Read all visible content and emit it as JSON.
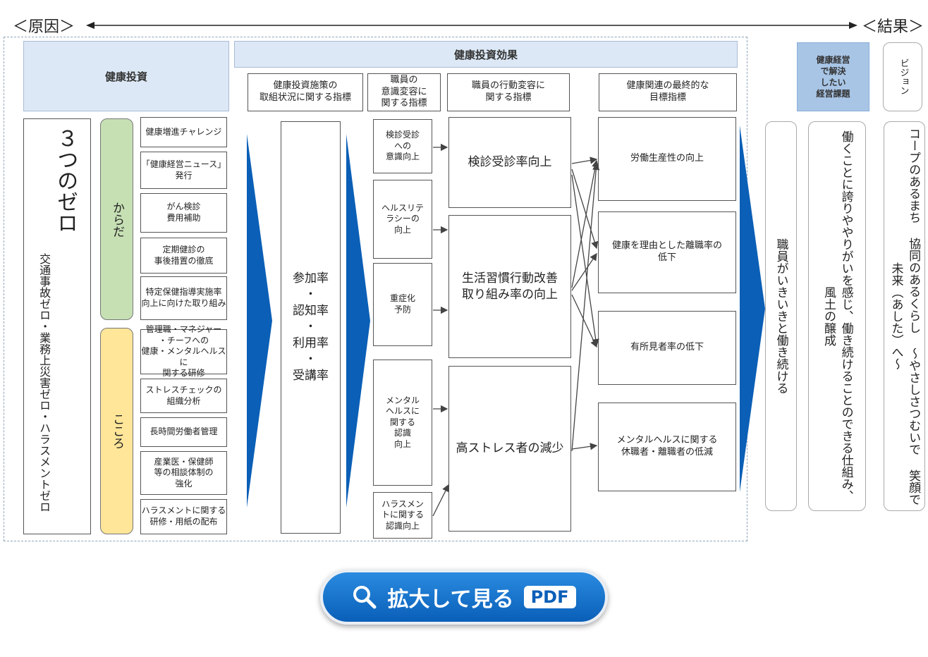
{
  "headings": {
    "cause": "＜原因＞",
    "result": "＜結果＞"
  },
  "headers": {
    "investment": "健康投資",
    "effects": "健康投資効果",
    "issues": "健康経営\nで解決\nしたい\n経営課題",
    "vision": "ビジョン"
  },
  "subheaders": {
    "col1": "健康投資施策の\n取組状況に関する指標",
    "col2": "職員の\n意識変容に\n関する指標",
    "col3": "職員の行動変容に\n関する指標",
    "col4": "健康関連の最終的な\n目標指標"
  },
  "zero": {
    "title": "３つのゼロ",
    "sub": "交通事故ゼロ・業務上災害ゼロ・ハラスメントゼロ"
  },
  "categories": {
    "body": "からだ",
    "mind": "こころ"
  },
  "measures": [
    "健康増進チャレンジ",
    "「健康経営ニュース」\n発行",
    "がん検診\n費用補助",
    "定期健診の\n事後措置の徹底",
    "特定保健指導実施率\n向上に向けた取り組み",
    "管理職・マネジャー\n・チーフへの\n健康・メンタルヘルスに\n関する研修",
    "ストレスチェックの\n組織分析",
    "長時間労働者管理",
    "産業医・保健師\n等の相談体制の\n強化",
    "ハラスメントに関する\n研修・用紙の配布"
  ],
  "rates": "参加率\n・\n認知率\n・\n利用率\n・\n受講率",
  "awareness": [
    "検診受診\nへの\n意識向上",
    "ヘルスリテ\nラシーの\n向上",
    "重症化\n予防",
    "メンタル\nヘルスに\n関する\n認識\n向上",
    "ハラスメン\nトに関する\n認識向上"
  ],
  "behavior": [
    "検診受診率向上",
    "生活習慣行動改善\n取り組み率の向上",
    "高ストレス者の減少"
  ],
  "goals": [
    "労働生産性の向上",
    "健康を理由とした離職率の\n低下",
    "有所見者率の低下",
    "メンタルヘルスに関する\n休職者・離職者の低減"
  ],
  "issue_text": "職員がいきいきと働き続ける",
  "issue_text2": "働くことに誇りややりがいを感じ、働き続けることのできる仕組み、風土の醸成",
  "vision_text": "コープのあるまち 協同のあるくらし ～やさしさつむいで 笑顔で未来（あした）へ～",
  "button": {
    "label": "拡大して見る",
    "badge": "PDF"
  },
  "colors": {
    "body_green": "#c6e0b4",
    "mind_yellow": "#ffe699",
    "arrow_blue": "#0b5fb6",
    "header_blue": "#dce8f5"
  }
}
